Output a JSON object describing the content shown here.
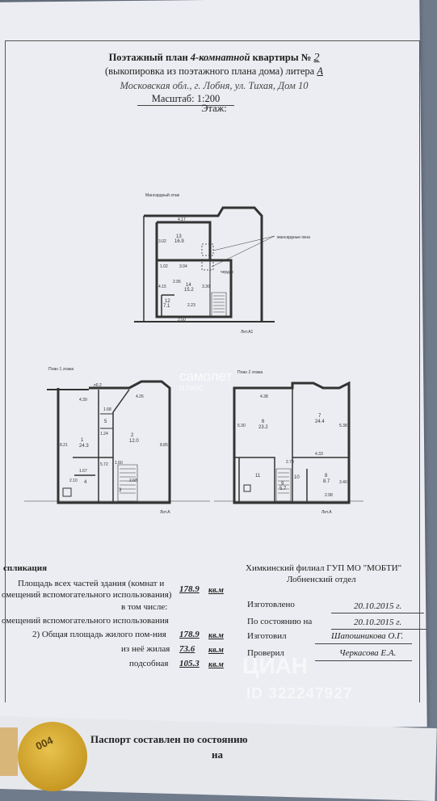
{
  "header": {
    "title_prefix": "Поэтажный план",
    "title_italic": "4-комнатной",
    "title_middle": "квартиры №",
    "apartment_number": "2",
    "subtitle": "(выкопировка из поэтажного плана дома) литера",
    "litera": "А",
    "address": "Московская обл., г. Лобня, ул. Тихая, Дом 10",
    "scale": "Масштаб: 1:200",
    "floor": "Этаж:"
  },
  "plans": {
    "attic_label": "Мансардный этаж",
    "attic_windows": "мансардные окна",
    "attic_cherdak": "чердак",
    "attic_lit": "Лит.А1",
    "floor1_label": "План 1 этажа",
    "floor2_label": "План 2 этажа",
    "lit_a": "Лит.А",
    "attic_dims": [
      "4.17",
      "3.02",
      "1.02",
      "3.04",
      "2.95",
      "4.15",
      "3.30",
      "2.23",
      "2.50"
    ],
    "attic_rooms": [
      {
        "num": "13",
        "area": "16.9"
      },
      {
        "num": "14",
        "area": "15.2"
      },
      {
        "num": "12",
        "area": "7.1"
      }
    ],
    "floor1_dims": [
      "n0.2",
      "4.39",
      "4.26",
      "1.68",
      "1.24",
      "8.21",
      "8.85",
      "5.72",
      "1.60",
      "1.67",
      "2.10",
      "2.68"
    ],
    "floor1_rooms": [
      {
        "num": "1",
        "area": "24.3"
      },
      {
        "num": "2",
        "area": "12.0"
      },
      {
        "num": "5",
        "area": ""
      },
      {
        "num": "4",
        "area": ""
      },
      {
        "num": "3",
        "area": ""
      }
    ],
    "floor2_dims": [
      "4.38",
      "5.30",
      "5.38",
      "2.78",
      "4.33",
      "3.40",
      "2.98"
    ],
    "floor2_rooms": [
      {
        "num": "6",
        "area": "23.2"
      },
      {
        "num": "7",
        "area": "24.4"
      },
      {
        "num": "11",
        "area": ""
      },
      {
        "num": "9",
        "area": "5.7"
      },
      {
        "num": "10",
        "area": ""
      },
      {
        "num": "8",
        "area": "8.7"
      }
    ]
  },
  "explication": {
    "title": "спликация",
    "line1a": "Площадь всех частей здания (комнат и",
    "line1b": "омещений вспомогательного использования)",
    "total": "178.9",
    "unit": "кв.м",
    "incl": "в том числе:",
    "aux": "омещений вспомогательного использования",
    "line2": "2) Общая площадь жилого пом-ния",
    "total_living_premises": "178.9",
    "living_label": "из неё жилая",
    "living": "73.6",
    "aux_label": "подсобная",
    "auxiliary": "105.3"
  },
  "office": {
    "org": "Химкинский филиал ГУП МО \"МОБТИ\"",
    "dept": "Лобненский отдел",
    "made_label": "Изготовлено",
    "made_date": "20.10.2015 г.",
    "state_label": "По состоянию на",
    "state_date": "20.10.2015 г.",
    "maker_label": "Изготовил",
    "maker": "Шапошникова О.Г.",
    "checker_label": "Проверил",
    "checker": "Черкасова Е.А."
  },
  "watermarks": {
    "samolet": "самолет",
    "plus": "плюс",
    "cian": "ЦИАН",
    "id": "ID 322247927"
  },
  "passport": {
    "line1": "Паспорт составлен по состоянию",
    "line2": "на",
    "seal_number": "004"
  }
}
